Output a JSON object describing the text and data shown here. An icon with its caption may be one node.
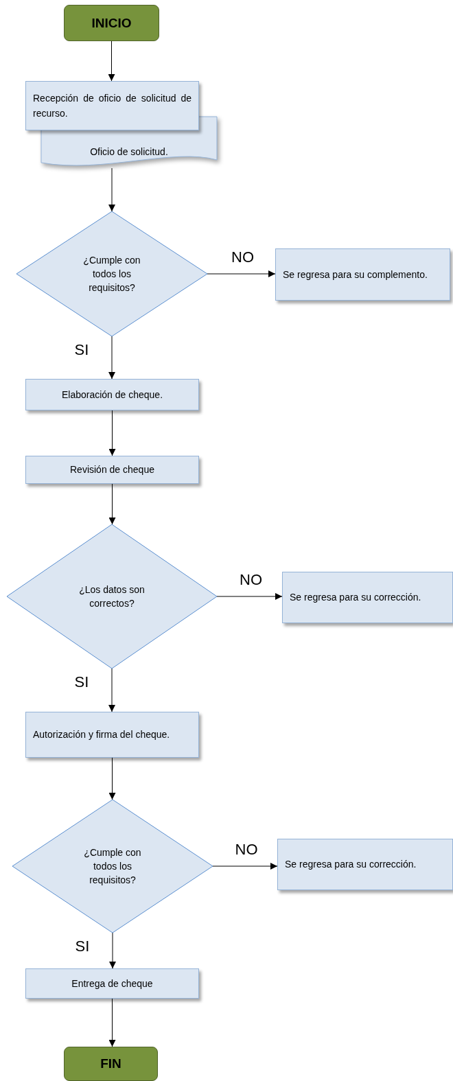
{
  "diagram": {
    "nodes": [
      {
        "text": [
          "INICIO"
        ]
      },
      {
        "text": [
          "Recepción de oficio de solicitud de recurso."
        ]
      },
      {
        "text": [
          "Oficio de solicitud."
        ]
      },
      {
        "text": [
          "¿Cumple con todos los requisitos?"
        ]
      },
      {
        "text": [
          "Se regresa para su complemento."
        ]
      },
      {
        "text": [
          "Elaboración de cheque."
        ]
      },
      {
        "text": [
          "Revisión de cheque"
        ]
      },
      {
        "text": [
          "¿Los datos son correctos?"
        ]
      },
      {
        "text": [
          "Se regresa para su corrección."
        ]
      },
      {
        "text": [
          "Autorización y firma del cheque."
        ]
      },
      {
        "text": [
          "¿Cumple con todos los requisitos?"
        ]
      },
      {
        "text": [
          "Se regresa para su corrección."
        ]
      },
      {
        "text": [
          "Entrega de cheque"
        ]
      },
      {
        "text": [
          "FIN"
        ]
      }
    ],
    "edges": [
      {
        "from": 0,
        "to": 1,
        "arrow": "to"
      },
      {
        "from": 2,
        "to": 3,
        "arrow": "to"
      },
      {
        "from": 3,
        "to": 4,
        "arrow": "to",
        "label": "NO"
      },
      {
        "from": 3,
        "to": 5,
        "arrow": "to",
        "label": "SI"
      },
      {
        "from": 5,
        "to": 6,
        "arrow": "to"
      },
      {
        "from": 6,
        "to": 7,
        "arrow": "to"
      },
      {
        "from": 7,
        "to": 8,
        "arrow": "to",
        "label": "NO"
      },
      {
        "from": 7,
        "to": 9,
        "arrow": "to",
        "label": "SI"
      },
      {
        "from": 9,
        "to": 10,
        "arrow": "to"
      },
      {
        "from": 10,
        "to": 11,
        "arrow": "to",
        "label": "NO"
      },
      {
        "from": 10,
        "to": 12,
        "arrow": "to",
        "label": "SI"
      },
      {
        "from": 12,
        "to": 13,
        "arrow": "to"
      }
    ]
  }
}
